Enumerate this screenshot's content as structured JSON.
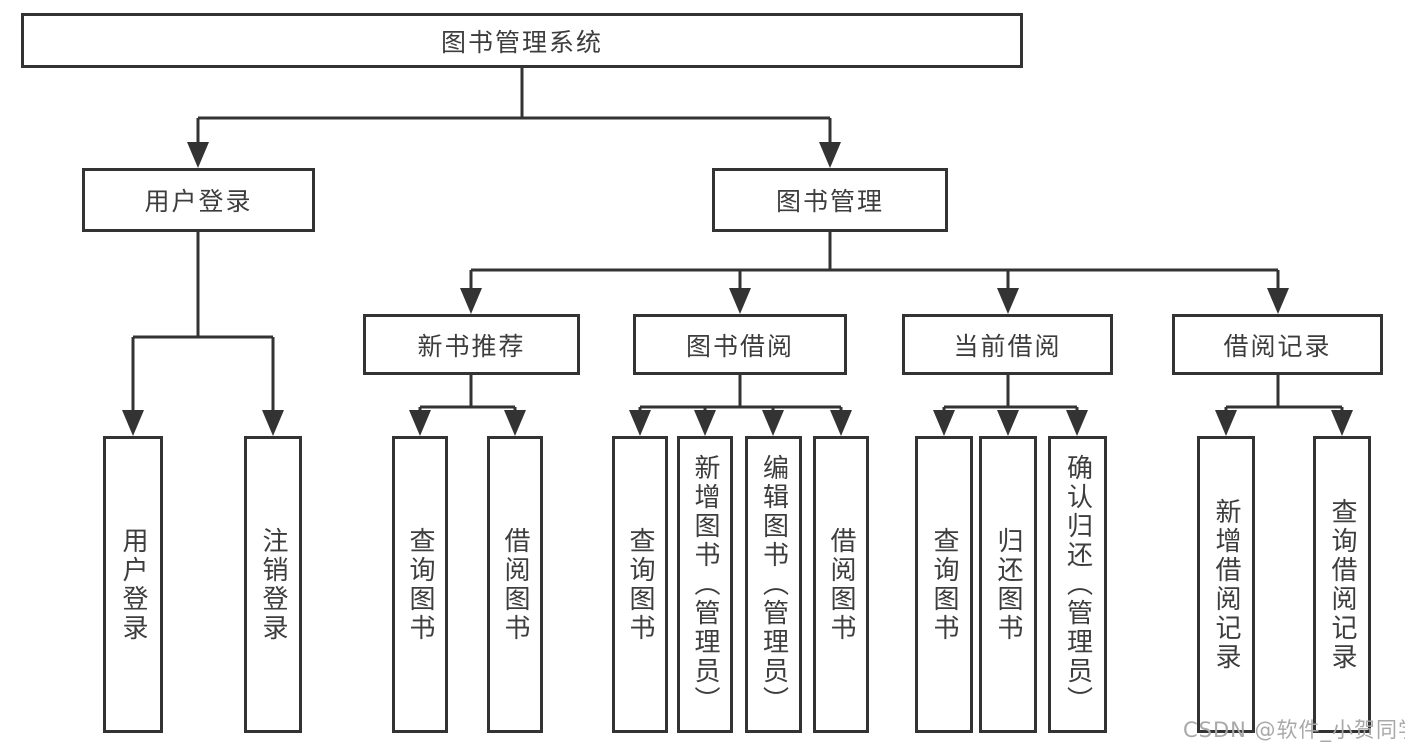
{
  "tree": {
    "root": {
      "label": "图书管理系统",
      "children": [
        {
          "label": "用户登录",
          "children": [
            {
              "label": "用户登录"
            },
            {
              "label": "注销登录"
            }
          ]
        },
        {
          "label": "图书管理",
          "children": [
            {
              "label": "新书推荐",
              "children": [
                {
                  "label": "查询图书"
                },
                {
                  "label": "借阅图书"
                }
              ]
            },
            {
              "label": "图书借阅",
              "children": [
                {
                  "label": "查询图书"
                },
                {
                  "label": "新增图书（管理员）"
                },
                {
                  "label": "编辑图书（管理员）"
                },
                {
                  "label": "借阅图书"
                }
              ]
            },
            {
              "label": "当前借阅",
              "children": [
                {
                  "label": "查询图书"
                },
                {
                  "label": "归还图书"
                },
                {
                  "label": "确认归还（管理员）"
                }
              ]
            },
            {
              "label": "借阅记录",
              "children": [
                {
                  "label": "新增借阅记录"
                },
                {
                  "label": "查询借阅记录"
                }
              ]
            }
          ]
        }
      ]
    }
  },
  "watermark": {
    "text": "CSDN @软件_小贺同学"
  },
  "colors": {
    "line": "#333333",
    "box_fill": "#ffffff",
    "text": "#3d3d3d",
    "watermark": "#a9a9a9"
  }
}
